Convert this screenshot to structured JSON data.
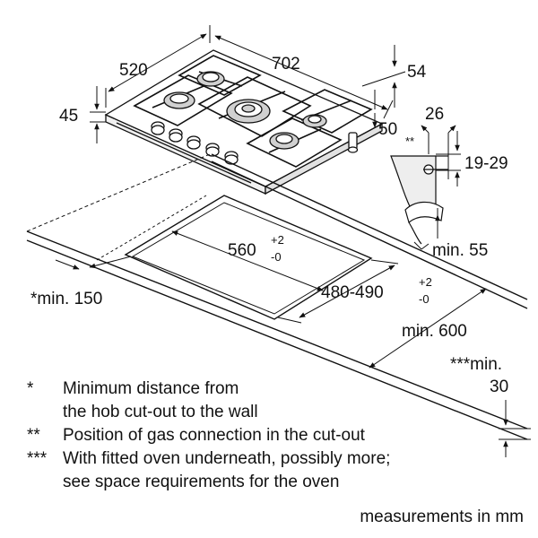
{
  "dimensions": {
    "depth": "520",
    "width": "702",
    "side_height": "54",
    "front_height": "45",
    "rear_offset": "50",
    "gas_offset": "26",
    "gas_marker": "**",
    "gas_height": "19-29",
    "min_depth_worktop": "min. 55",
    "cutout_width": "560",
    "cutout_width_tol_plus": "+2",
    "cutout_width_tol_minus": "-0",
    "cutout_depth": "480-490",
    "cutout_depth_tol_plus": "+2",
    "cutout_depth_tol_minus": "-0",
    "wall_distance": "*min. 150",
    "worktop_depth": "min. 600",
    "oven_marker_min": "***min.",
    "oven_value": "30"
  },
  "notes": [
    {
      "mark": "*",
      "lines": [
        "Minimum distance from",
        "the hob cut-out to the wall"
      ]
    },
    {
      "mark": "**",
      "lines": [
        "Position of gas connection in the cut-out"
      ]
    },
    {
      "mark": "***",
      "lines": [
        "With fitted oven underneath, possibly more;",
        "see space requirements for the oven"
      ]
    }
  ],
  "footer": "measurements in mm",
  "colors": {
    "line": "#111111",
    "fill": "#ffffff",
    "burner": "#d0d0d0",
    "panel": "#e8e8e8"
  }
}
